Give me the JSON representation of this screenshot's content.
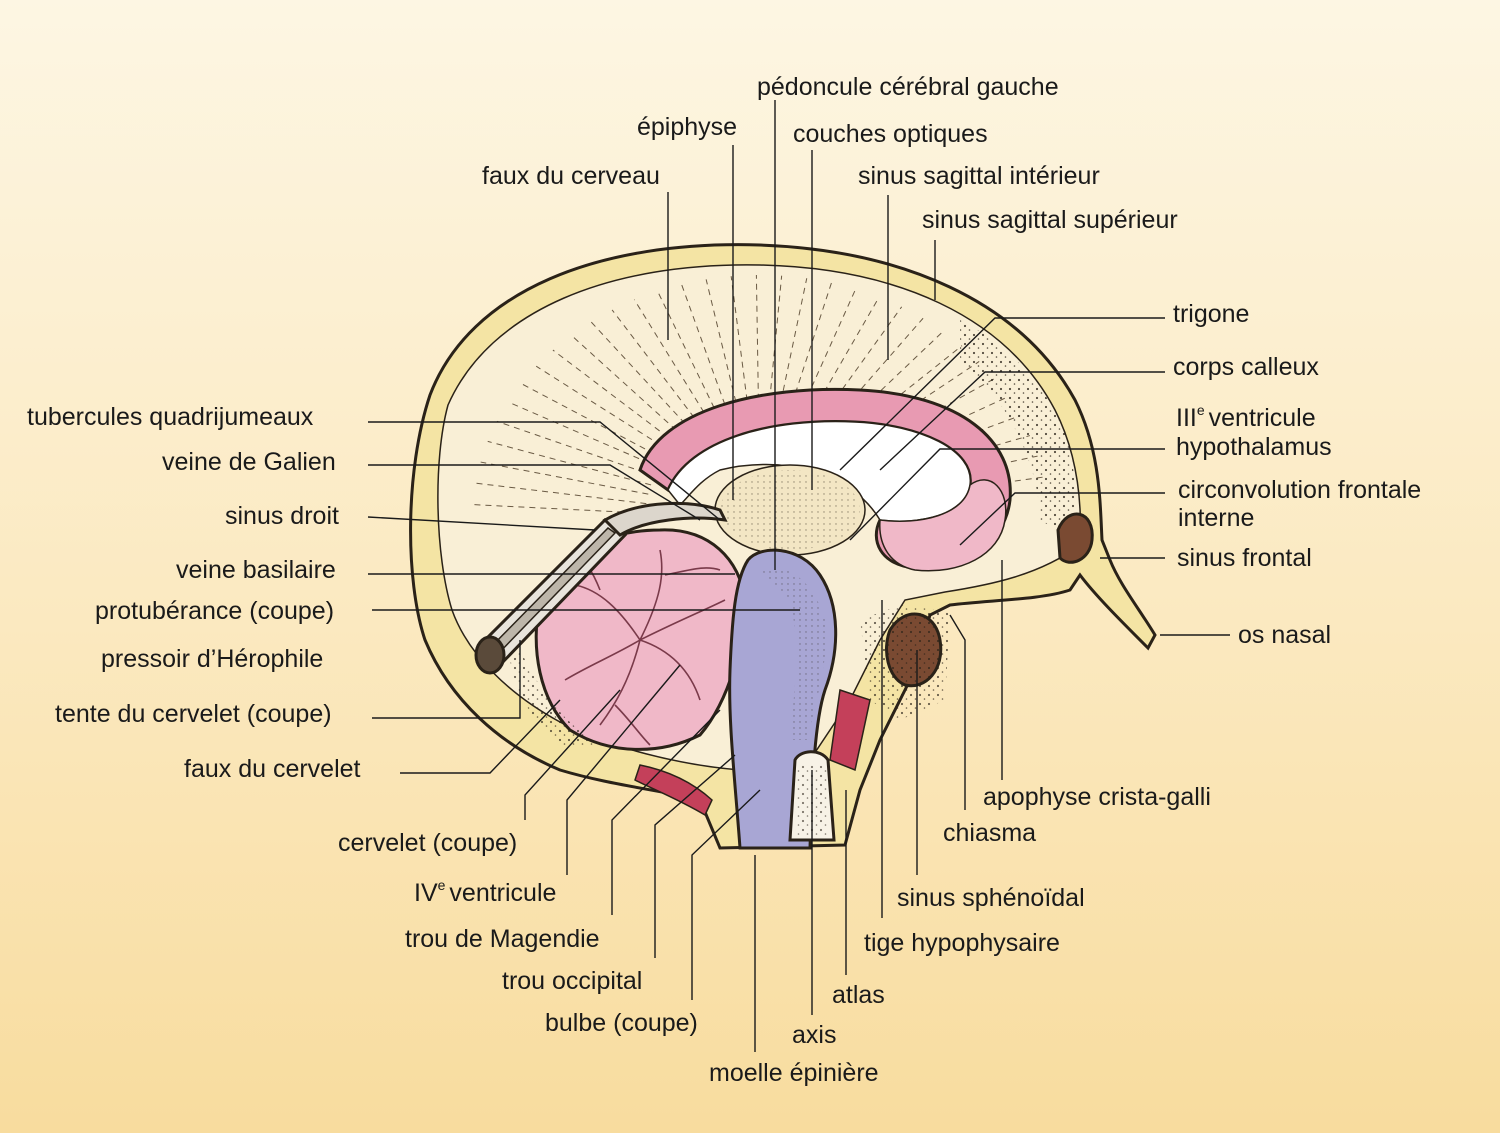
{
  "labels": {
    "pedoncule": "pédoncule cérébral gauche",
    "epiphyse": "épiphyse",
    "couches_optiques": "couches optiques",
    "faux_cerveau": "faux du cerveau",
    "sinus_sagittal_int": "sinus sagittal intérieur",
    "sinus_sagittal_sup": "sinus sagittal supérieur",
    "trigone": "trigone",
    "corps_calleux": "corps calleux",
    "ventricule3": "ventricule",
    "ventricule3_prefix": "III",
    "ventricule3_sup": "e",
    "hypothalamus": "hypothalamus",
    "circonvolution_1": "circonvolution frontale",
    "circonvolution_2": "interne",
    "sinus_frontal": "sinus frontal",
    "os_nasal": "os nasal",
    "tubercules": "tubercules quadrijumeaux",
    "veine_galien": "veine de Galien",
    "sinus_droit": "sinus droit",
    "veine_basilaire": "veine basilaire",
    "protuberance": "protubérance (coupe)",
    "pressoir": "pressoir d’Hérophile",
    "tente": "tente du cervelet (coupe)",
    "faux_cervelet": "faux du cervelet",
    "cervelet": "cervelet (coupe)",
    "ventricule4": "ventricule",
    "ventricule4_prefix": "IV",
    "ventricule4_sup": "e",
    "magendie": "trou de Magendie",
    "occipital": "trou occipital",
    "bulbe": "bulbe (coupe)",
    "moelle": "moelle épinière",
    "axis": "axis",
    "atlas": "atlas",
    "tige": "tige hypophysaire",
    "sinus_sphenoidal": "sinus sphénoïdal",
    "chiasma": "chiasma",
    "crista_galli": "apophyse crista-galli"
  },
  "colors": {
    "background": "#fbe9c0",
    "bone": "#f4e4a4",
    "brain_pink": "#f0b8c8",
    "corpus_callosum": "#e89ab2",
    "brainstem": "#a8a6d4",
    "muscle_red": "#c4405a",
    "sinus_brown": "#7a4a32",
    "ink": "#2a2218"
  }
}
